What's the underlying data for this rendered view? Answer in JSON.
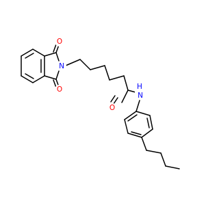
{
  "molecule": {
    "atoms": {
      "o_top": {
        "label": "O",
        "color": "#ff0000"
      },
      "o_bottom": {
        "label": "O",
        "color": "#ff0000"
      },
      "n_imide": {
        "label": "N",
        "color": "#0000ff"
      },
      "n_amide_n": {
        "label": "N",
        "color": "#0000ff"
      },
      "n_amide_h": {
        "label": "H",
        "color": "#0000ff"
      },
      "o_amide": {
        "label": "O",
        "color": "#ff0000"
      }
    },
    "bond_color": "#000000"
  }
}
